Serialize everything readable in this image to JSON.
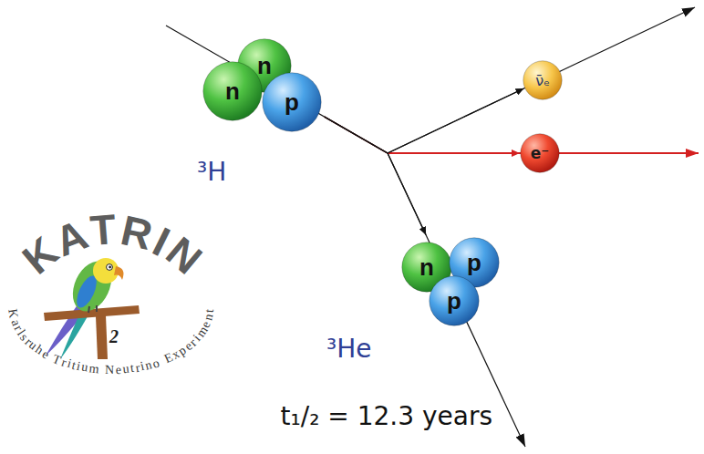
{
  "diagram": {
    "nodes": [
      {
        "text": [
          "³H"
        ]
      },
      {
        "text": [
          "n"
        ],
        "in": 0
      },
      {
        "text": [
          "n"
        ],
        "in": 0
      },
      {
        "text": [
          "p"
        ],
        "in": 0
      },
      {
        "text": [
          "ν̄ₑ"
        ]
      },
      {
        "text": [
          "e⁻"
        ]
      },
      {
        "text": [
          "³He"
        ]
      },
      {
        "text": [
          "n"
        ],
        "in": 6
      },
      {
        "text": [
          "p"
        ],
        "in": 6
      },
      {
        "text": [
          "p"
        ],
        "in": 6
      }
    ],
    "edges": [
      {
        "from": 0,
        "to": 4,
        "arrow": "to"
      },
      {
        "from": 0,
        "to": 5,
        "arrow": "to"
      },
      {
        "from": 0,
        "to": 6,
        "arrow": "to"
      }
    ],
    "labels": [
      "KATRIN",
      "Karlsruhe Tritium Neutrino Experiment",
      "2",
      "t₁/₂ = 12.3 years"
    ]
  }
}
